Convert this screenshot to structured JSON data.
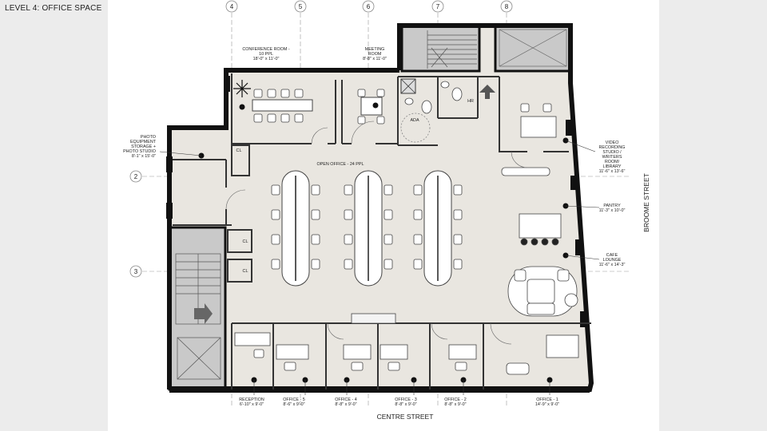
{
  "page_title": "LEVEL 4: OFFICE SPACE",
  "grid_labels": {
    "g4": "4",
    "g5": "5",
    "g6": "6",
    "g7": "7",
    "g8": "8",
    "g2": "2",
    "g3": "3"
  },
  "room_labels": {
    "conference_name": "CONFERENCE ROOM -",
    "conference_name2": "10 PPL",
    "conference_dim": "18'-0\" x 11'-0\"",
    "meeting_name": "MEETING",
    "meeting_name2": "ROOM",
    "meeting_dim": "8'-8\" x 11'-0\"",
    "photo_1": "PHOTO",
    "photo_2": "EQUIPMENT",
    "photo_3": "STORAGE +",
    "photo_4": "PHOTO STUDIO",
    "photo_dim": "8'-1\" x 15'-0\"",
    "open_office": "OPEN OFFICE - 24 PPL",
    "ada": "ADA",
    "hr": "HR",
    "video_1": "VIDEO",
    "video_2": "RECORDING",
    "video_3": "STUDIO /",
    "video_4": "WRITERS",
    "video_5": "ROOM/",
    "video_6": "LIBRARY",
    "video_dim": "11'-6\" x 13'-6\"",
    "pantry": "PANTRY",
    "pantry_dim": "11'-3\" x 10'-0\"",
    "cafe_1": "CAFE",
    "cafe_2": "LOUNGE",
    "cafe_dim": "11'-6\" x 14'-3\"",
    "cl_1": "CL",
    "cl_2": "CL",
    "cl_3": "CL",
    "reception": "RECEPTION",
    "reception_dim": "6'-10\" x 9'-0\"",
    "office5": "OFFICE - 5",
    "office5_dim": "8'-6\" x 9'-0\"",
    "office4": "OFFICE - 4",
    "office4_dim": "8'-8\" x 9'-0\"",
    "office3": "OFFICE - 3",
    "office3_dim": "8'-8\" x 9'-0\"",
    "office2": "OFFICE - 2",
    "office2_dim": "8'-8\" x 9'-0\"",
    "office1": "OFFICE - 1",
    "office1_dim": "14'-9\" x 9'-0\""
  },
  "street_labels": {
    "centre": "CENTRE STREET",
    "broome": "BROOME STREET"
  },
  "colors": {
    "floor": "#e9e6e0",
    "wall": "#111111",
    "core": "#c9c9c9",
    "accent": "#ffffff"
  }
}
